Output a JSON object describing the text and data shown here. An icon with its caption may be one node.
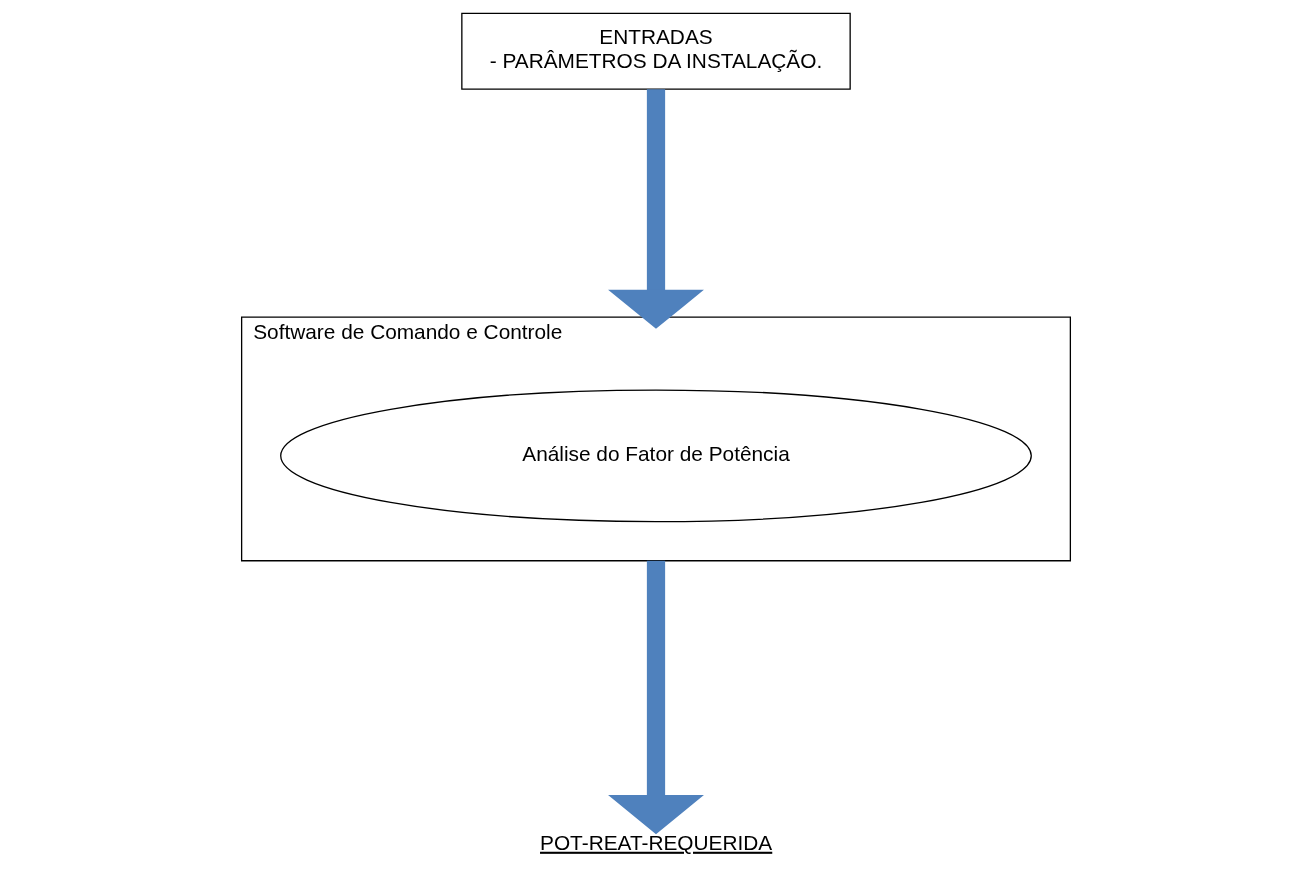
{
  "diagram": {
    "nodes": [
      {
        "text": [
          "ENTRADAS",
          "- PARÂMETROS DA INSTALAÇÃO."
        ]
      },
      {
        "text": [
          "Software de Comando e Controle"
        ]
      },
      {
        "text": [
          "Análise do Fator de Potência"
        ],
        "in": 1
      },
      {
        "text": [
          "POT-REAT-REQUERIDA"
        ]
      }
    ],
    "edges": [
      {
        "from": 0,
        "to": 1,
        "arrow": "to"
      },
      {
        "from": 1,
        "to": 3,
        "arrow": "to"
      }
    ]
  }
}
